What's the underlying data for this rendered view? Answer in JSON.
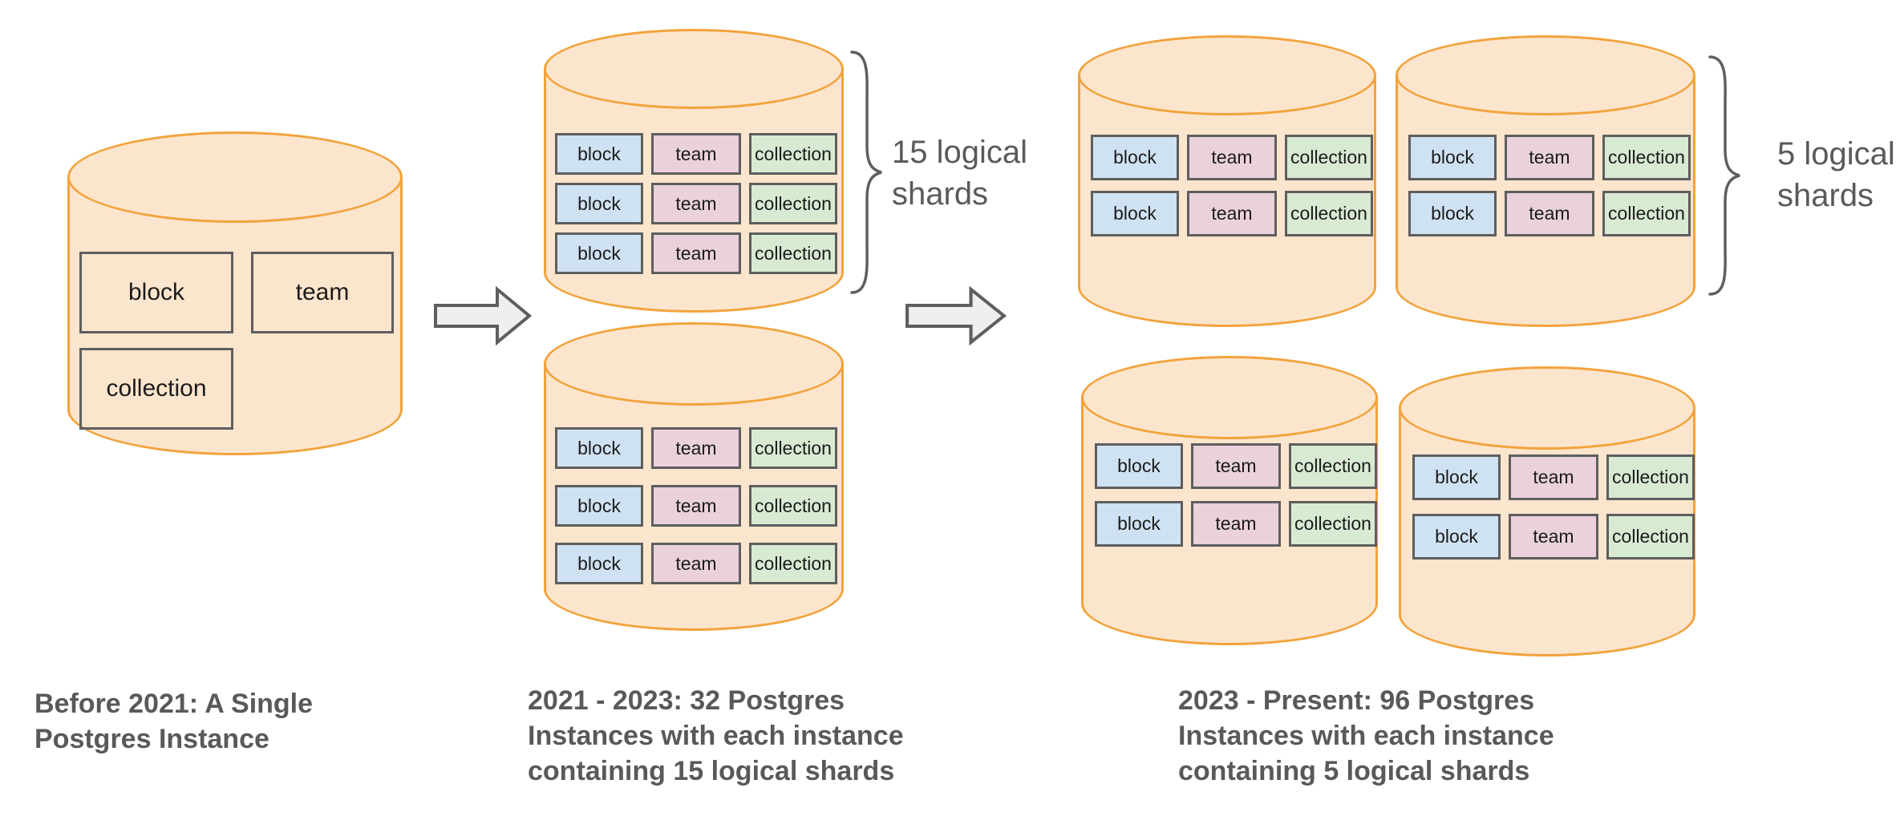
{
  "colors": {
    "cylinder_fill": "#FCE5CD",
    "cylinder_stroke": "#F2A33C",
    "block_fill": "#CFE2F3",
    "team_fill": "#EAD1DC",
    "collection_fill": "#D9EAD3",
    "chip_stroke": "#5E5E5E",
    "chip_text": "#1B1B1B",
    "caption_color": "#595959",
    "annotation_color": "#5A5A5A",
    "brace_stroke": "#5F5F5F",
    "arrow_fill": "#EFEFEF",
    "arrow_stroke": "#5E5E5E"
  },
  "stage1": {
    "caption_lines": [
      "Before 2021: A Single",
      "Postgres Instance"
    ],
    "cylinder": {
      "tables": [
        "block",
        "team",
        "collection"
      ]
    }
  },
  "stage2": {
    "caption_lines": [
      "2021 - 2023: 32 Postgres",
      "Instances with each instance",
      "containing 15 logical shards"
    ],
    "annotation_lines": [
      "15 logical",
      "shards"
    ],
    "cylinders": [
      {
        "rows": [
          [
            "block",
            "team",
            "collection"
          ],
          [
            "block",
            "team",
            "collection"
          ],
          [
            "block",
            "team",
            "collection"
          ]
        ]
      },
      {
        "rows": [
          [
            "block",
            "team",
            "collection"
          ],
          [
            "block",
            "team",
            "collection"
          ],
          [
            "block",
            "team",
            "collection"
          ]
        ]
      }
    ]
  },
  "stage3": {
    "caption_lines": [
      "2023 - Present: 96 Postgres",
      "Instances with each instance",
      "containing 5 logical shards"
    ],
    "annotation_lines": [
      "5 logical",
      "shards"
    ],
    "cylinders": [
      {
        "rows": [
          [
            "block",
            "team",
            "collection"
          ],
          [
            "block",
            "team",
            "collection"
          ]
        ]
      },
      {
        "rows": [
          [
            "block",
            "team",
            "collection"
          ],
          [
            "block",
            "team",
            "collection"
          ]
        ]
      },
      {
        "rows": [
          [
            "block",
            "team",
            "collection"
          ],
          [
            "block",
            "team",
            "collection"
          ]
        ]
      },
      {
        "rows": [
          [
            "block",
            "team",
            "collection"
          ],
          [
            "block",
            "team",
            "collection"
          ]
        ]
      }
    ]
  }
}
